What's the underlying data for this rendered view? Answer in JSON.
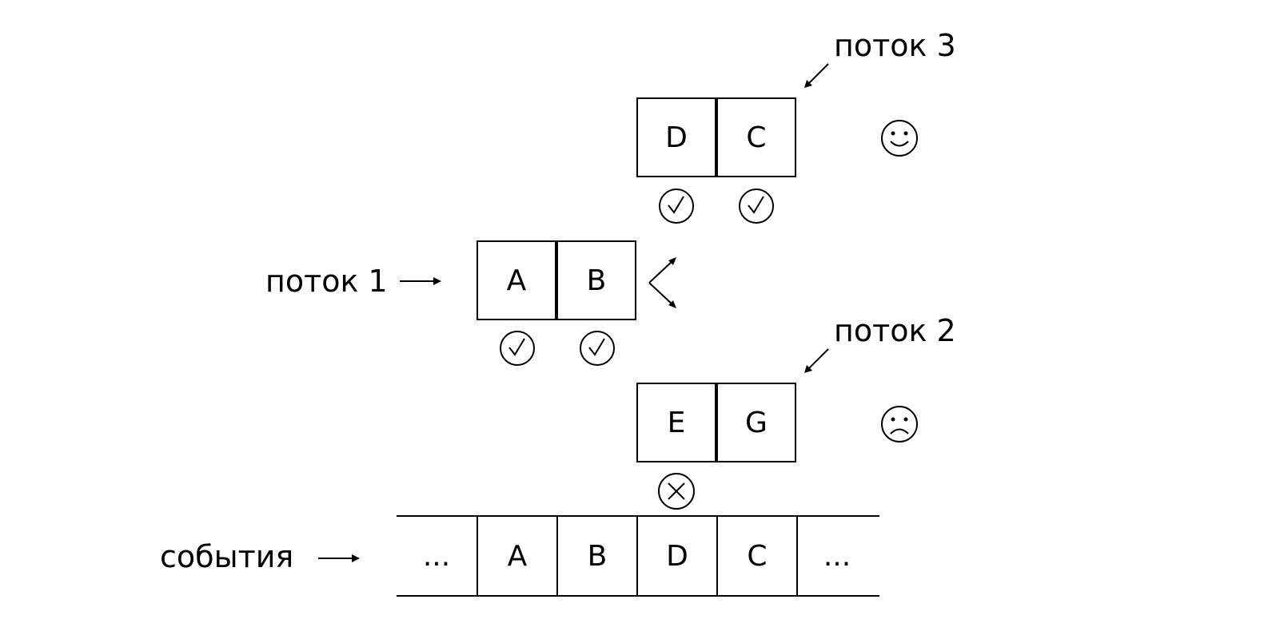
{
  "labels": {
    "stream1": "поток 1",
    "stream2": "поток 2",
    "stream3": "поток 3",
    "events": "события"
  },
  "stream1": {
    "cells": [
      "A",
      "B"
    ],
    "checks": [
      "check",
      "check"
    ]
  },
  "stream2": {
    "cells": [
      "E",
      "G"
    ],
    "checks": [
      "cross"
    ],
    "mood": "sad-face-icon"
  },
  "stream3": {
    "cells": [
      "D",
      "C"
    ],
    "checks": [
      "check",
      "check"
    ],
    "mood": "smiley-face-icon"
  },
  "events": {
    "cells": [
      "...",
      "A",
      "B",
      "D",
      "C",
      "..."
    ]
  }
}
